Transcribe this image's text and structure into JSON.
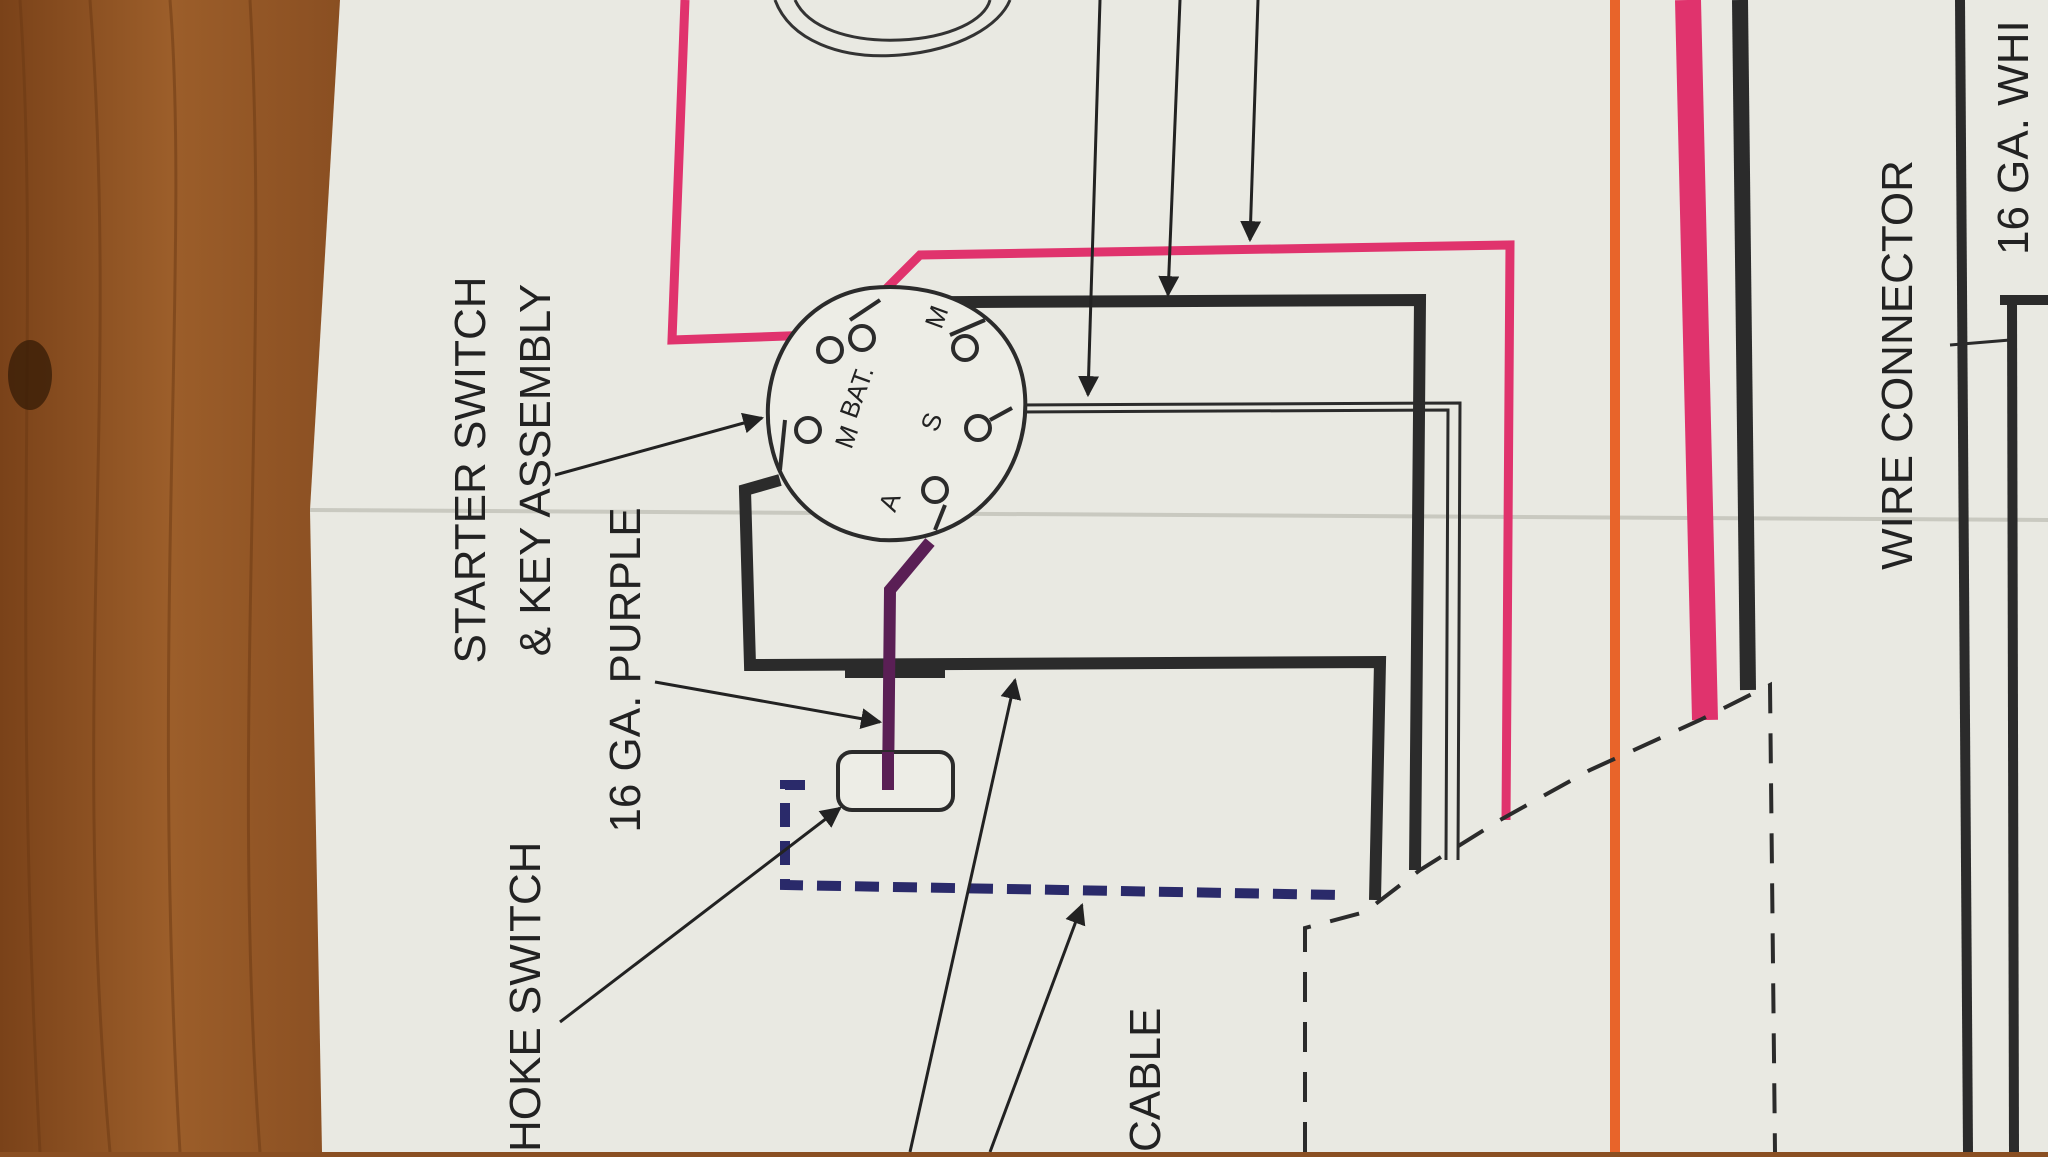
{
  "labels": {
    "starter_switch_line1": "STARTER SWITCH",
    "starter_switch_line2": "& KEY ASSEMBLY",
    "purple_wire": "16 GA. PURPLE",
    "choke_switch": "HOKE SWITCH",
    "cable": "CABLE",
    "wire_connector": "WIRE CONNECTOR",
    "white_wire": "16 GA. WHI"
  },
  "terminals": {
    "bat": "BAT.",
    "m_top": "M",
    "m_left": "M",
    "s": "S",
    "a": "A"
  },
  "colors": {
    "wood": "#8a4f22",
    "paper": "#e9e9e2",
    "red_wire": "#e0336d",
    "black_wire": "#2b2b2b",
    "purple_wire": "#5a1f55",
    "orange_wire": "#e8642a",
    "dashed_blue": "#2a2a6a"
  }
}
